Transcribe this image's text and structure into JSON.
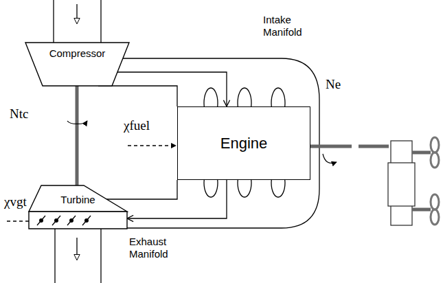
{
  "diagram": {
    "nodes": [
      {
        "text": [
          "Compressor"
        ]
      },
      {
        "text": [
          "Engine"
        ]
      },
      {
        "text": [
          "Turbine"
        ]
      }
    ],
    "edges": [
      {
        "from": 0,
        "to": 1,
        "arrow": "to"
      },
      {
        "from": 1,
        "to": 2,
        "arrow": "to"
      }
    ],
    "labels": [
      "Intake Manifold",
      "Ntc",
      "χfuel",
      "Ne",
      "χvgt",
      "Exhaust Manifold"
    ]
  }
}
